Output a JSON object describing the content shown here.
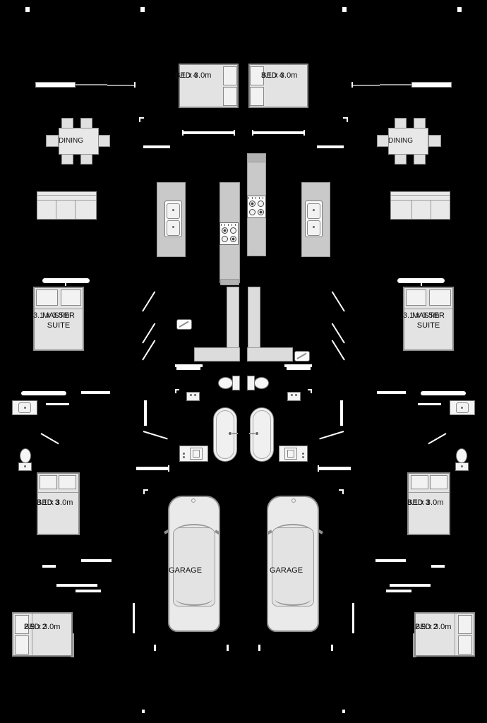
{
  "rooms": [
    {
      "id": "bed4-left",
      "label": "BED 4",
      "dims": "3.1 x 3.0m"
    },
    {
      "id": "bed4-right",
      "label": "BED 4",
      "dims": "3.1 x 3.0m"
    },
    {
      "id": "dining-left",
      "label": "DINING"
    },
    {
      "id": "dining-right",
      "label": "DINING"
    },
    {
      "id": "master-left",
      "label": "MASTER SUITE",
      "dims": "3.1 x 3.5m"
    },
    {
      "id": "master-right",
      "label": "MASTER SUITE",
      "dims": "3.1 x 3.5m"
    },
    {
      "id": "bed3-left",
      "label": "BED 3",
      "dims": "3.1 x 3.0m"
    },
    {
      "id": "bed3-right",
      "label": "BED 3",
      "dims": "3.1 x 3.0m"
    },
    {
      "id": "bed2-left",
      "label": "BED 2",
      "dims": "2.9 x 3.0m"
    },
    {
      "id": "bed2-right",
      "label": "BED 2",
      "dims": "2.9 x 3.0m"
    },
    {
      "id": "garage-left",
      "label": "GARAGE"
    },
    {
      "id": "garage-right",
      "label": "GARAGE"
    }
  ],
  "colors": {
    "background": "#000000",
    "room_fill": "#e3e3e3",
    "outline": "#8a8a8a",
    "kitchen_bench": "#c9c9c9",
    "wall": "#ffffff",
    "fixture": "#f4f4f4",
    "text": "#111111"
  }
}
